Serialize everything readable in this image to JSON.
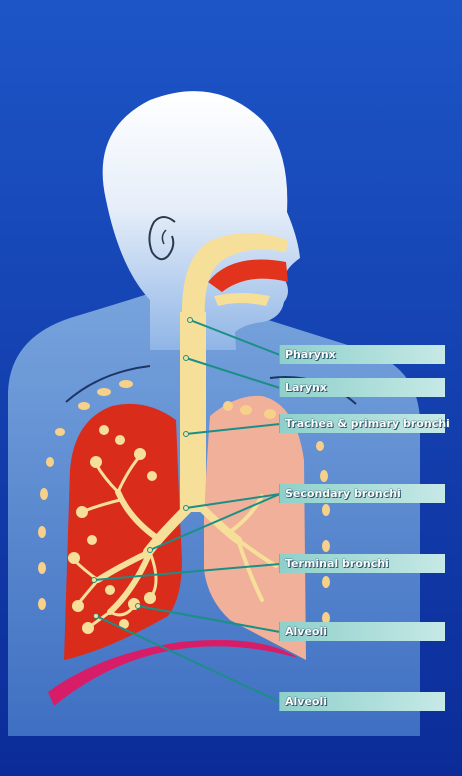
{
  "colors": {
    "background_top": "#1b4fbf",
    "background_bottom": "#0b2f9c",
    "head": "#eef3fb",
    "body_blue": "#5c8fd3",
    "airway": "#f6df99",
    "right_lung": "#d92c1a",
    "left_lung": "#f1b09a",
    "diaphragm": "#d81d68",
    "label_box": "#a9dfdb",
    "leader_line": "#1a8f86"
  },
  "labels": [
    {
      "id": "pharynx",
      "text": "Pharynx"
    },
    {
      "id": "larynx",
      "text": "Larynx"
    },
    {
      "id": "trachea",
      "text": "Trachea & primary bronchi"
    },
    {
      "id": "secondary",
      "text": "Secondary bronchi"
    },
    {
      "id": "terminal",
      "text": "Terminal bronchi"
    },
    {
      "id": "alveoli1",
      "text": "Alveoli"
    },
    {
      "id": "alveoli2",
      "text": "Alveoli"
    }
  ]
}
